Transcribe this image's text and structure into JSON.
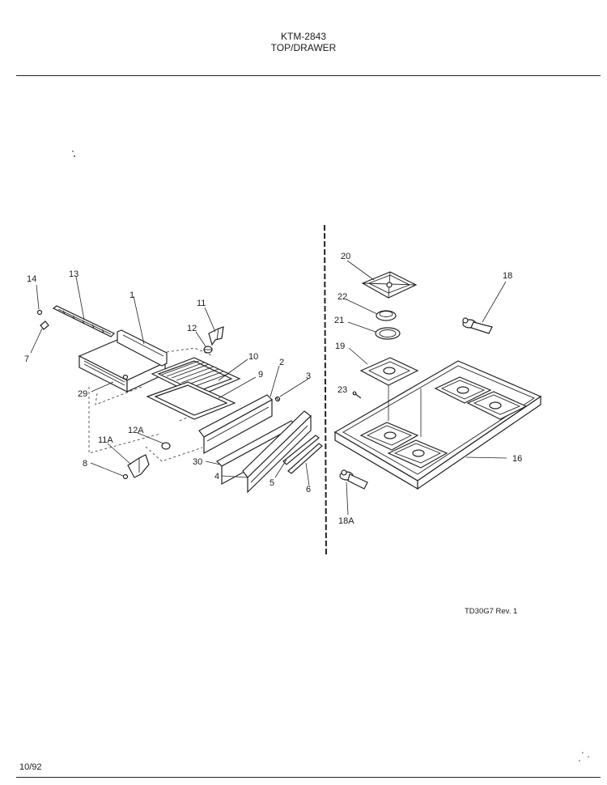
{
  "header": {
    "model": "KTM-2843",
    "section": "TOP/DRAWER"
  },
  "footer": {
    "date": "10/92",
    "drawing_code": "TD30G7 Rev. 1"
  },
  "callouts": [
    {
      "id": "c14",
      "text": "14"
    },
    {
      "id": "c13",
      "text": "13"
    },
    {
      "id": "c1",
      "text": "1"
    },
    {
      "id": "c11",
      "text": "11"
    },
    {
      "id": "c12",
      "text": "12"
    },
    {
      "id": "c7",
      "text": "7"
    },
    {
      "id": "c10",
      "text": "10"
    },
    {
      "id": "c2",
      "text": "2"
    },
    {
      "id": "c9",
      "text": "9"
    },
    {
      "id": "c3",
      "text": "3"
    },
    {
      "id": "c29",
      "text": "29"
    },
    {
      "id": "c12A",
      "text": "12A"
    },
    {
      "id": "c11A",
      "text": "11A"
    },
    {
      "id": "c8",
      "text": "8"
    },
    {
      "id": "c30",
      "text": "30"
    },
    {
      "id": "c4",
      "text": "4"
    },
    {
      "id": "c5",
      "text": "5"
    },
    {
      "id": "c6",
      "text": "6"
    },
    {
      "id": "c20",
      "text": "20"
    },
    {
      "id": "c18",
      "text": "18"
    },
    {
      "id": "c22",
      "text": "22"
    },
    {
      "id": "c21",
      "text": "21"
    },
    {
      "id": "c19",
      "text": "19"
    },
    {
      "id": "c23",
      "text": "23"
    },
    {
      "id": "c16",
      "text": "16"
    },
    {
      "id": "c18A",
      "text": "18A"
    }
  ]
}
